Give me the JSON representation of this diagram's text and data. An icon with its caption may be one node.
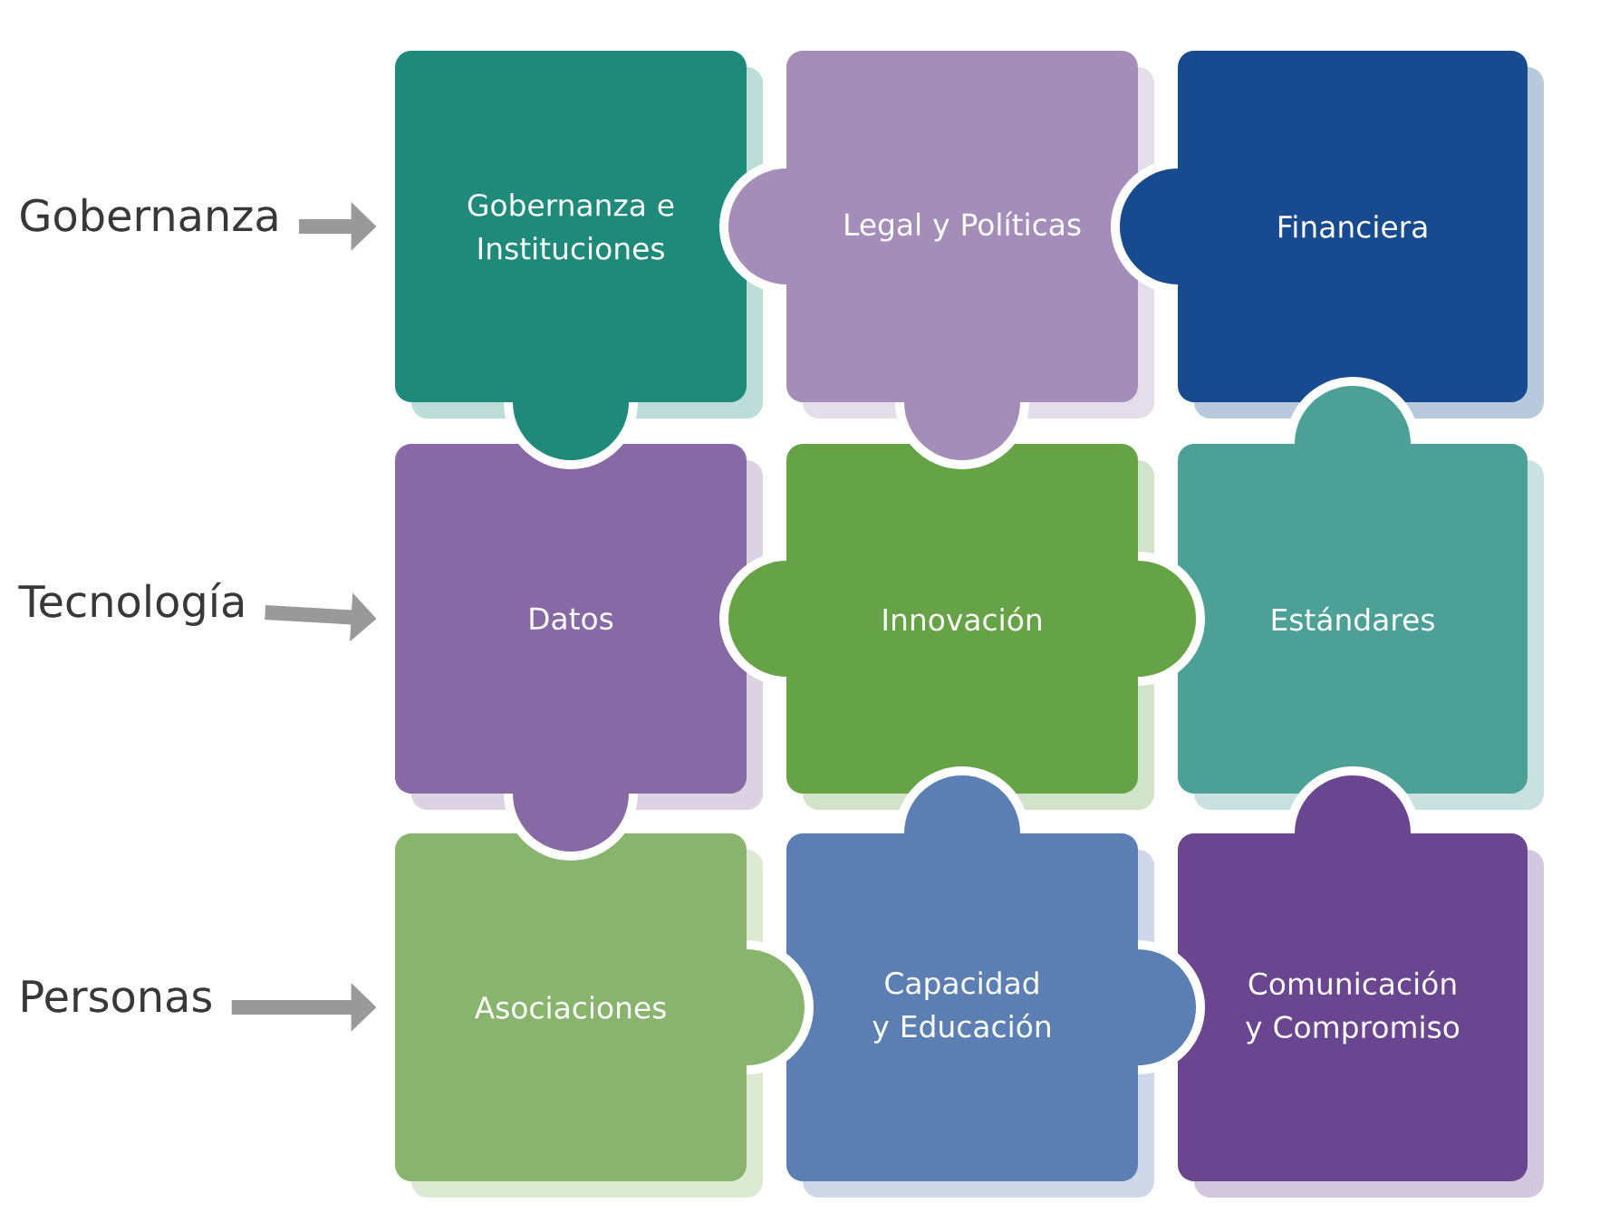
{
  "diagram": {
    "nodes": [
      {
        "text": [
          "Gobernanza"
        ]
      },
      {
        "text": [
          "Gobernanza e Instituciones"
        ]
      },
      {
        "text": [
          "Legal y Políticas"
        ]
      },
      {
        "text": [
          "Financiera"
        ]
      },
      {
        "text": [
          "Tecnología"
        ]
      },
      {
        "text": [
          "Datos"
        ]
      },
      {
        "text": [
          "Innovación"
        ]
      },
      {
        "text": [
          "Estándares"
        ]
      },
      {
        "text": [
          "Personas"
        ]
      },
      {
        "text": [
          "Asociaciones"
        ]
      },
      {
        "text": [
          "Capacidad y Educación"
        ]
      },
      {
        "text": [
          "Comunicación y Compromiso"
        ]
      }
    ],
    "edges": [
      {
        "from": 0,
        "to": 1,
        "arrow": "to"
      },
      {
        "from": 4,
        "to": 5,
        "arrow": "to"
      },
      {
        "from": 8,
        "to": 9,
        "arrow": "to"
      }
    ]
  }
}
